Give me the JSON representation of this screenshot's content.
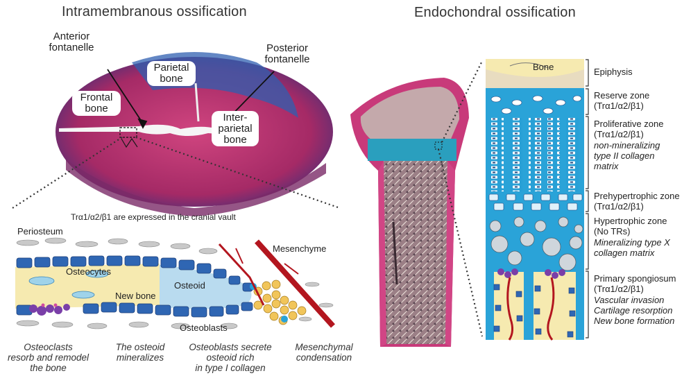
{
  "headings": {
    "left": "Intramembranous ossification",
    "right": "Endochondral ossification"
  },
  "skull_labels": {
    "anterior_fontanelle": [
      "Anterior",
      "fontanelle"
    ],
    "posterior_fontanelle": [
      "Posterior",
      "fontanelle"
    ],
    "parietal_bone": [
      "Parietal",
      "bone"
    ],
    "frontal_bone": [
      "Frontal",
      "bone"
    ],
    "interparietal_bone": [
      "Inter-",
      "parietal",
      "bone"
    ]
  },
  "expression_note": "Trα1/α2/β1 are expressed in the cranial vault",
  "intramembranous_labels": {
    "periosteum": "Periosteum",
    "mesenchyme": "Mesenchyme",
    "osteocytes": "Osteocytes",
    "new_bone": "New bone",
    "osteoid": "Osteoid",
    "osteoblasts": "Osteoblasts"
  },
  "captions": [
    [
      "Osteoclasts",
      "resorb and remodel",
      "the bone"
    ],
    [
      "The osteoid",
      "mineralizes"
    ],
    [
      "Osteoblasts secrete",
      "osteoid rich",
      "in type I collagen"
    ],
    [
      "Mesenchymal",
      "condensation"
    ]
  ],
  "growth_plate": {
    "bone_label": "Bone",
    "zones": [
      {
        "lines": [
          "Epiphysis"
        ],
        "italic": []
      },
      {
        "lines": [
          "Reserve zone",
          "(Trα1/α2/β1)"
        ],
        "italic": []
      },
      {
        "lines": [
          "Proliferative zone",
          "(Trα1/α2/β1)"
        ],
        "italic": [
          "non-mineralizing",
          "type II collagen",
          "matrix"
        ]
      },
      {
        "lines": [
          "Prehypertrophic zone",
          "(Trα1/α2/β1)"
        ],
        "italic": []
      },
      {
        "lines": [
          "Hypertrophic zone",
          "(No TRs)"
        ],
        "italic": [
          "Mineralizing type X",
          "collagen matrix"
        ]
      },
      {
        "lines": [
          "Primary spongiosum",
          "(Trα1/α2/β1)"
        ],
        "italic": [
          "Vascular invasion",
          "Cartilage resorption",
          "New bone formation"
        ]
      }
    ]
  },
  "colors": {
    "tissue_magenta": "#b8336e",
    "tissue_blue": "#2f5fb0",
    "cartilage_blue": "#2aa3d8",
    "bone_yellow": "#f6eab0",
    "osteoid_blue": "#b9dbef",
    "cell_blue": "#2f66b3",
    "vessel_red": "#b3161f"
  }
}
